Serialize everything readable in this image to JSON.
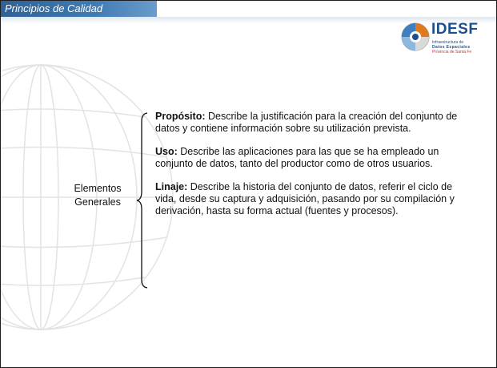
{
  "header": {
    "title": "Principios de Calidad"
  },
  "logo": {
    "title": "IDESF",
    "subtitle_line1": "Infraestructura de",
    "subtitle_line2": "Datos Espaciales",
    "subtitle_line3": "Provincia de Santa Fe"
  },
  "group_label": {
    "line1": "Elementos",
    "line2": "Generales"
  },
  "items": [
    {
      "term": "Propósito:",
      "description": " Describe la justificación para la creación del conjunto de datos y contiene información sobre su utilización prevista."
    },
    {
      "term": "Uso:",
      "description": " Describe las aplicaciones para las que se ha empleado un conjunto de datos, tanto del productor como de otros usuarios."
    },
    {
      "term": "Linaje:",
      "description": " Describe la historia del conjunto de datos, referir el ciclo de vida, desde su captura y adquisición, pasando por su compilación y derivación, hasta su forma actual (fuentes y procesos)."
    }
  ],
  "colors": {
    "title_bar": "#3f7bb3",
    "logo_blue": "#1b4f8d",
    "text": "#111111"
  }
}
